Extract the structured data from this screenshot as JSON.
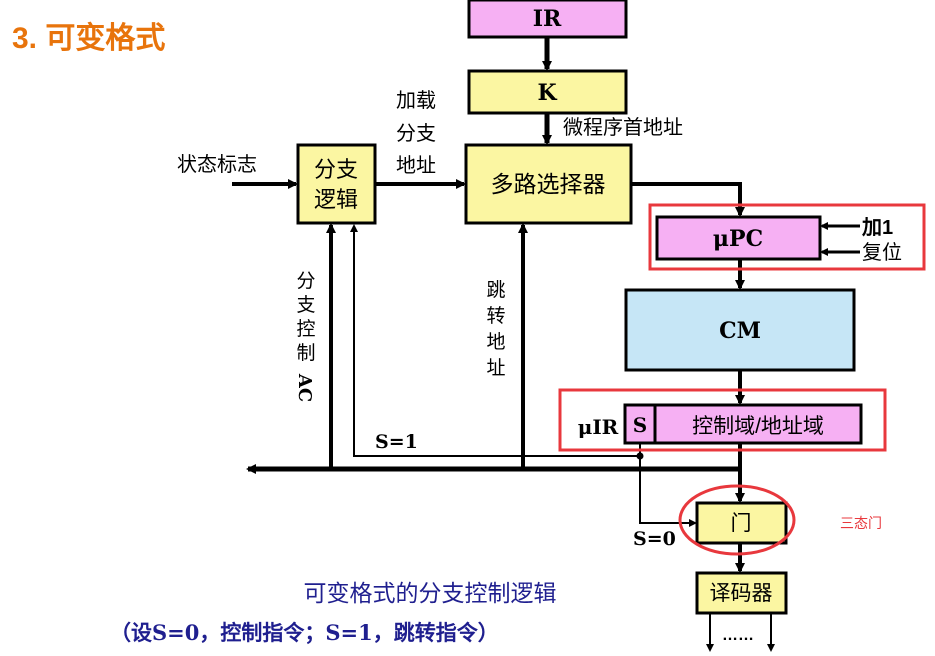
{
  "title": "3. 可变格式",
  "colors": {
    "title": "#e8740c",
    "purple": "#f6b0f3",
    "yellow": "#fbf6a2",
    "blue": "#c6e6f6",
    "highlight": "#e8383d",
    "caption": "#1f1f8f",
    "line": "#000000"
  },
  "blocks": {
    "ir": "IR",
    "k": "K",
    "branch_logic": [
      "分支",
      "逻辑"
    ],
    "mux": "多路选择器",
    "upc": "μPC",
    "cm": "CM",
    "uir_label": "μIR",
    "uir_s": "S",
    "uir_fields": "控制域/地址域",
    "gate": "门",
    "decoder": "译码器"
  },
  "labels": {
    "micro_start_addr": "微程序首地址",
    "load_branch_addr": [
      "加载",
      "分支",
      "地址"
    ],
    "status_flags": "状态标志",
    "plus1": "加1",
    "reset": "复位",
    "branch_control": [
      "分",
      "支",
      "控",
      "制",
      "AC"
    ],
    "jump_addr": [
      "跳",
      "转",
      "地",
      "址"
    ],
    "s1": "S=1",
    "s0": "S=0",
    "tristate": "三态门",
    "dots": "……"
  },
  "caption": {
    "line1": "可变格式的分支控制逻辑",
    "line2": "（设S=0，控制指令；S=1，跳转指令）"
  }
}
